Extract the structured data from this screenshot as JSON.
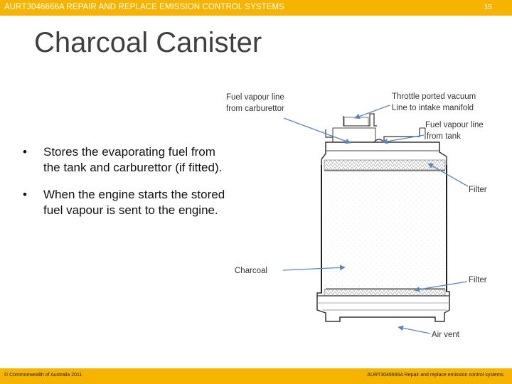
{
  "header": {
    "course": "AURT3046666A REPAIR AND REPLACE EMISSION CONTROL SYSTEMS",
    "page_number": "15"
  },
  "title": "Charcoal Canister",
  "bullets": [
    "Stores the evaporating fuel from the tank and carburettor (if fitted).",
    "When the engine starts the stored fuel vapour is sent to the engine."
  ],
  "labels": {
    "fuel_vapour_carb_1": "Fuel vapour line",
    "fuel_vapour_carb_2": "from carburettor",
    "throttle_1": "Throttle ported vacuum",
    "throttle_2": "Line to intake manifold",
    "fuel_vapour_tank_1": "Fuel vapour line",
    "fuel_vapour_tank_2": "from tank",
    "filter_top": "Filter",
    "charcoal": "Charcoal",
    "filter_bottom": "Filter",
    "air_vent": "Air vent"
  },
  "footer": {
    "left": "© Commonwealth of Australia 2011",
    "right": "AURT3046666A Repair and replace emission control systems"
  },
  "colors": {
    "accent_bar": "#f6b400",
    "arrow": "#5b87b8"
  }
}
